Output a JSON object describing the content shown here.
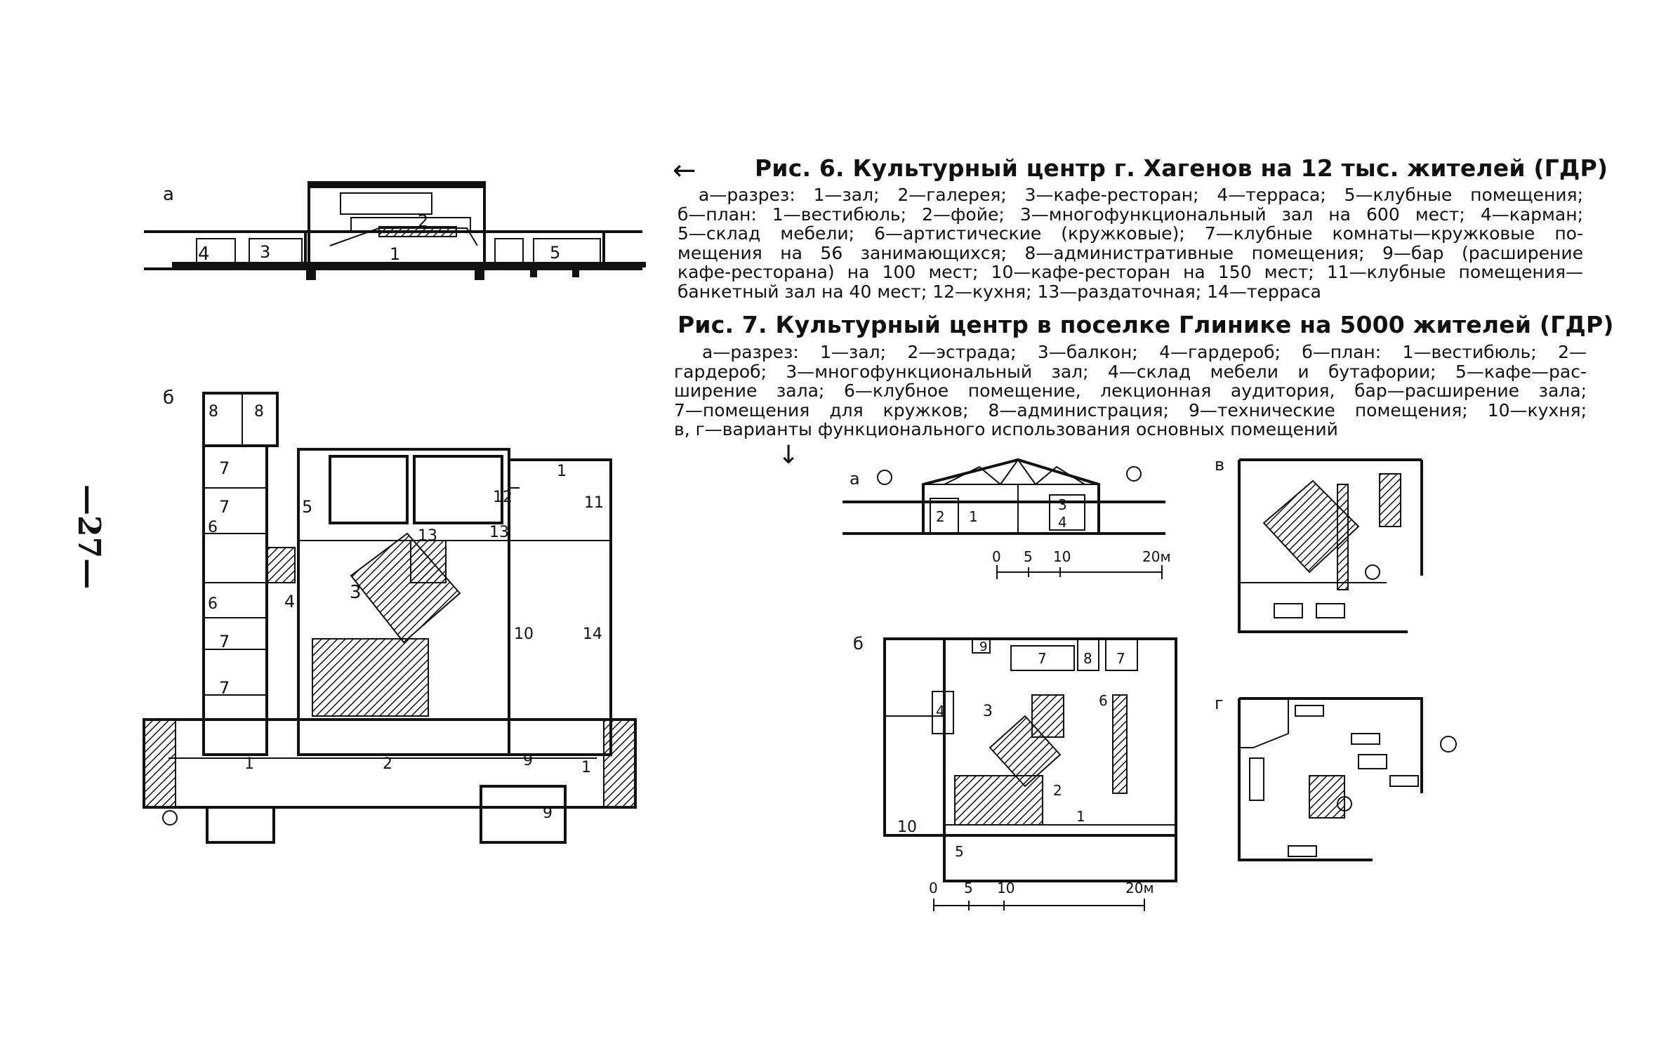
{
  "page": {
    "number": "—27—",
    "arrow_left": "←",
    "arrow_down": "↓"
  },
  "fig6": {
    "title": "Рис. 6. Культурный центр г. Хагенов на 12 тыс. жителей (ГДР)",
    "lines": [
      "а—разрез: 1—зал; 2—галерея; 3—кафе-ресторан; 4—терраса; 5—клубные помещения;",
      "б—план: 1—вестибюль; 2—фойе; 3—многофункциональный зал на 600 мест; 4—карман;",
      "5—склад мебели; 6—артистические (кружковые); 7—клубные комнаты—кружковые по-",
      "мещения на 56 занимающихся; 8—административные помещения; 9—бар (расширение",
      "кафе-ресторана) на 100 мест; 10—кафе-ресторан на 150 мест; 11—клубные помещения—",
      "банкетный зал на 40 мест; 12—кухня; 13—раздаточная; 14—терраса"
    ],
    "section": {
      "letter": "а",
      "labels": [
        "4",
        "3",
        "2",
        "1",
        "5"
      ]
    },
    "plan": {
      "letter": "б",
      "labels": [
        "8",
        "8",
        "7",
        "7",
        "6",
        "6",
        "7",
        "7",
        "5",
        "4",
        "3",
        "13",
        "12",
        "1",
        "11",
        "13",
        "10",
        "14",
        "1",
        "2",
        "9",
        "1",
        "9"
      ]
    }
  },
  "fig7": {
    "title": "Рис. 7. Культурный центр в поселке Глинике на 5000 жителей (ГДР)",
    "lines": [
      "а—разрез: 1—зал; 2—эстрада; 3—балкон; 4—гардероб; б—план: 1—вестибюль; 2—",
      "гардероб; 3—многофункциональный зал; 4—склад мебели и бутафории; 5—кафе—рас-",
      "ширение зала; 6—клубное помещение, лекционная аудитория, бар—расширение зала;",
      "7—помещения для кружков; 8—администрация; 9—технические помещения; 10—кухня;",
      "в, г—варианты функционального использования основных помещений"
    ],
    "section": {
      "letter": "а",
      "labels": [
        "2",
        "1",
        "3",
        "4"
      ]
    },
    "plan": {
      "letter": "б",
      "labels": [
        "9",
        "7",
        "8",
        "7",
        "4",
        "3",
        "6",
        "2",
        "1",
        "10",
        "5"
      ]
    },
    "variant_v": {
      "letter": "в"
    },
    "variant_g": {
      "letter": "г"
    },
    "scales": [
      {
        "ticks": [
          "0",
          "5",
          "10",
          "20м"
        ]
      },
      {
        "ticks": [
          "0",
          "5",
          "10",
          "20м"
        ]
      }
    ]
  }
}
